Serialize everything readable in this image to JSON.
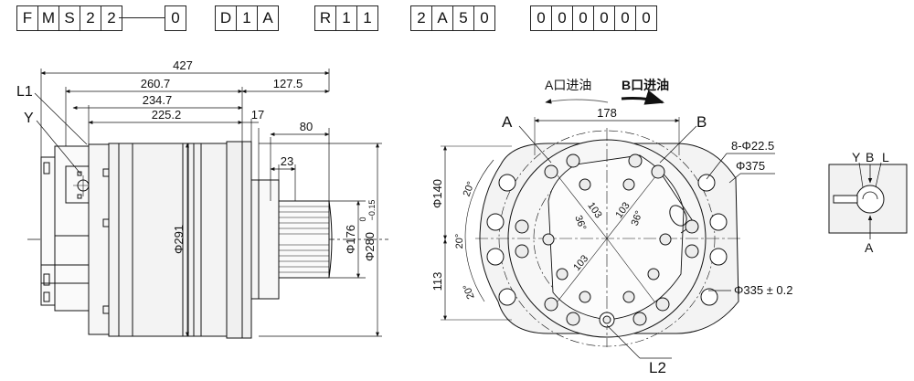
{
  "model_code": {
    "groups": [
      {
        "chars": [
          "F",
          "M",
          "S",
          "2",
          "2"
        ]
      },
      {
        "chars": [
          "0"
        ]
      },
      {
        "chars": [
          "D",
          "1",
          "A"
        ]
      },
      {
        "chars": [
          "R",
          "1",
          "1"
        ]
      },
      {
        "chars": [
          "2",
          "A",
          "5",
          "0"
        ]
      },
      {
        "chars": [
          "0",
          "0",
          "0",
          "0",
          "0",
          "0"
        ]
      }
    ]
  },
  "side_view": {
    "dim_427": "427",
    "dim_260_7": "260.7",
    "dim_127_5": "127.5",
    "dim_234_7": "234.7",
    "dim_225_2": "225.2",
    "dim_17": "17",
    "dim_80": "80",
    "dim_23": "23",
    "dia_291": "Φ291",
    "dia_176": "Φ176",
    "dia_280": "Φ280",
    "tol_upper": "0",
    "tol_lower": "−0.15",
    "label_L1": "L1",
    "label_Y": "Y"
  },
  "front_view": {
    "port_a_label": "A口进油",
    "port_b_label": "B口进油",
    "label_A": "A",
    "label_B": "B",
    "label_L2": "L2",
    "dim_178": "178",
    "holes": "8-Φ22.5",
    "dia_375": "Φ375",
    "dia_335": "Φ335 ± 0.2",
    "dia_140": "Φ140",
    "dim_113": "113",
    "ang_20a": "20°",
    "ang_20b": "20°",
    "ang_20c": "20°",
    "ang_36a": "36°",
    "ang_36b": "36°",
    "r_103a": "103",
    "r_103b": "103",
    "r_103c": "103"
  },
  "port_symbol": {
    "label_Y": "Y",
    "label_B": "B",
    "label_L": "L",
    "label_A": "A"
  }
}
